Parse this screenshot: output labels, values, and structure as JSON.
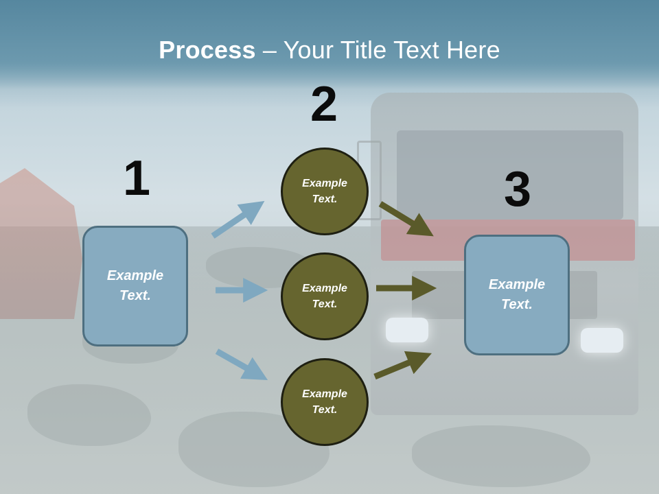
{
  "slide": {
    "title_bold": "Process",
    "title_rest": " – Your Title Text Here"
  },
  "steps": [
    {
      "number": "1"
    },
    {
      "number": "2"
    },
    {
      "number": "3"
    }
  ],
  "left_box": {
    "label": "Example\nText."
  },
  "right_box": {
    "label": "Example\nText."
  },
  "circles": [
    {
      "label": "Example\nText."
    },
    {
      "label": "Example\nText."
    },
    {
      "label": "Example\nText."
    }
  ],
  "colors": {
    "box_fill": "#87abc0",
    "box_border": "#4e6f80",
    "circle_fill": "#66652f",
    "circle_border": "#1e1f12",
    "arrow_blue": "#7fa8c0",
    "arrow_olive": "#5a5a2a",
    "title_text": "#ffffff"
  }
}
